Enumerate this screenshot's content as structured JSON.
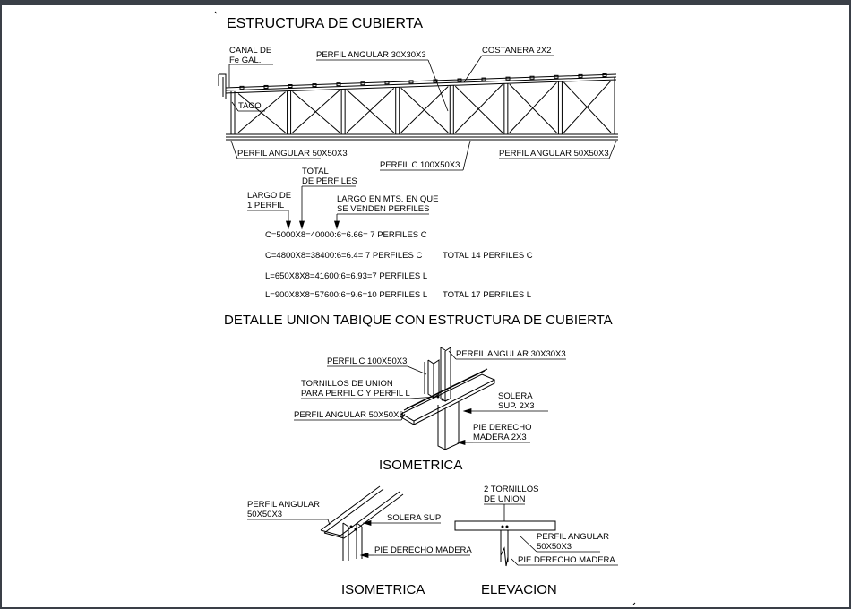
{
  "titles": {
    "roof_structure": "ESTRUCTURA DE CUBIERTA",
    "detail": "DETALLE UNION TABIQUE CON ESTRUCTURA DE CUBIERTA",
    "isometric_1": "ISOMETRICA",
    "isometric_2": "ISOMETRICA",
    "elevation": "ELEVACION"
  },
  "truss_labels": {
    "canal_1": "CANAL DE",
    "canal_2": "Fe GAL.",
    "perfil_30": "PERFIL ANGULAR 30X30X3",
    "costanera": "COSTANERA 2X2",
    "taco": "TACO",
    "perfil_50_left": "PERFIL ANGULAR 50X50X3",
    "perfil_c": "PERFIL C 100X50X3",
    "perfil_50_right": "PERFIL ANGULAR 50X50X3"
  },
  "calc_labels": {
    "total_1": "TOTAL",
    "total_2": "DE PERFILES",
    "largo_1": "LARGO DE",
    "largo_2": "1 PERFIL",
    "largo_mts_1": "LARGO EN MTS. EN QUE",
    "largo_mts_2": "SE VENDEN PERFILES"
  },
  "calculations": [
    {
      "formula": "C=5000X8=40000:6=6.66= 7  PERFILES C",
      "total": ""
    },
    {
      "formula": "C=4800X8=38400:6=6.4= 7  PERFILES C",
      "total": "TOTAL 14 PERFILES C"
    },
    {
      "formula": "L=650X8X8=41600:6=6.93=7  PERFILES L",
      "total": ""
    },
    {
      "formula": "L=900X8X8=57600:6=9.6=10  PERFILES L",
      "total": "TOTAL 17 PERFILES L"
    }
  ],
  "detail_labels": {
    "perfil_c": "PERFIL C 100X50X3",
    "perfil_30": "PERFIL ANGULAR 30X30X3",
    "tornillos_1": "TORNILLOS DE UNION",
    "tornillos_2": "PARA PERFIL C Y PERFIL L",
    "solera_1": "SOLERA",
    "solera_2": "SUP. 2X3",
    "perfil_50": "PERFIL ANGULAR 50X50X3",
    "pie_1": "PIE DERECHO",
    "pie_2": "MADERA 2X3"
  },
  "iso_small_labels": {
    "perfil_1": "PERFIL ANGULAR",
    "perfil_2": "50X50X3",
    "solera": "SOLERA SUP",
    "pie": "PIE DERECHO MADERA"
  },
  "elevation_labels": {
    "tornillos_1": "2 TORNILLOS",
    "tornillos_2": "DE UNION",
    "perfil_1": "PERFIL ANGULAR",
    "perfil_2": "50X50X3",
    "pie": "PIE DERECHO MADERA"
  }
}
